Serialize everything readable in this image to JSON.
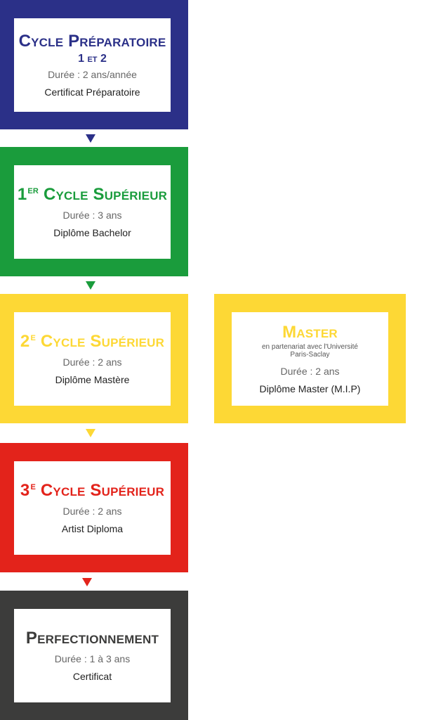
{
  "colors": {
    "blue": "#2b3088",
    "green": "#1a9c3c",
    "yellow": "#fdd835",
    "red": "#e3231b",
    "dark": "#3c3c3b"
  },
  "cycles": [
    {
      "title_main": "Cycle Préparatoire",
      "subtitle": "1 et 2",
      "duration": "Durée : 2 ans/année",
      "diploma": "Certificat Préparatoire"
    },
    {
      "ordinal": "1",
      "ordinal_sup": "er",
      "title_main": "Cycle Supérieur",
      "duration": "Durée : 3 ans",
      "diploma": "Diplôme Bachelor"
    },
    {
      "ordinal": "2",
      "ordinal_sup": "e",
      "title_main": "Cycle Supérieur",
      "duration": "Durée : 2 ans",
      "diploma": "Diplôme Mastère"
    },
    {
      "ordinal": "3",
      "ordinal_sup": "e",
      "title_main": "Cycle Supérieur",
      "duration": "Durée : 2 ans",
      "diploma": "Artist Diploma"
    },
    {
      "title_main": "Perfectionnement",
      "duration": "Durée : 1 à 3 ans",
      "diploma": "Certificat"
    }
  ],
  "master": {
    "title_main": "Master",
    "partner_line1": "en partenariat avec l'Université",
    "partner_line2": "Paris-Saclay",
    "duration": "Durée : 2 ans",
    "diploma": "Diplôme Master (M.I.P)"
  }
}
